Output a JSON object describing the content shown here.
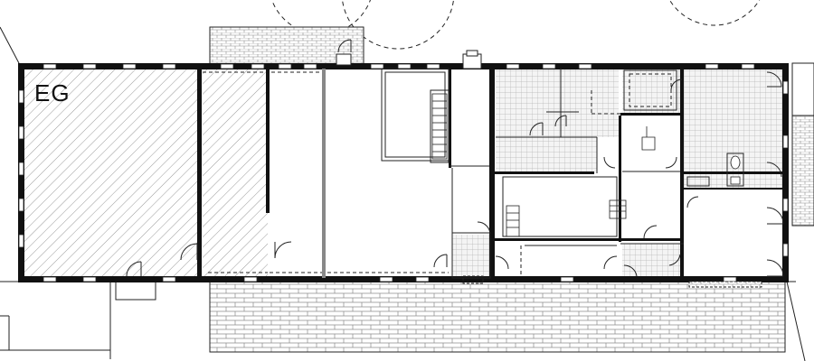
{
  "plan": {
    "floor_label": "EG"
  },
  "legend_semantics": {
    "hatch_diagonal": "existing-structure",
    "grid_fill": "tiled-rooms",
    "brick_fill": "paving"
  },
  "colors": {
    "wall": "#111111",
    "line": "#222222",
    "hatch": "#9a9a9a",
    "grid": "#b5b5b5",
    "brick": "#8c8c8c",
    "background": "#ffffff"
  }
}
